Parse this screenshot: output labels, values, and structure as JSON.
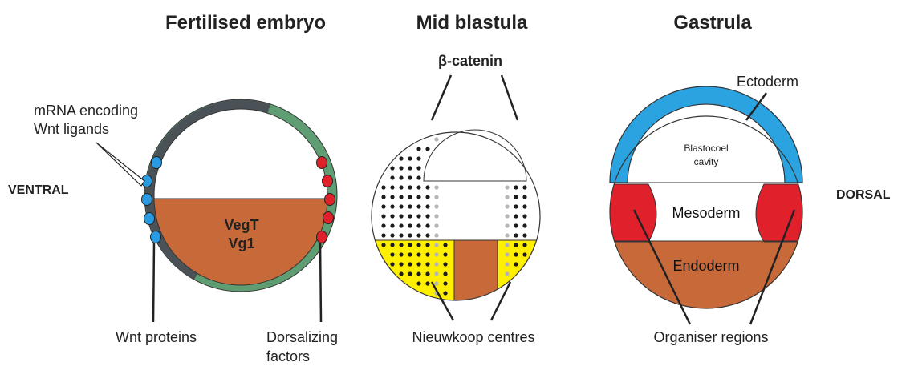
{
  "titles": {
    "fertilised": "Fertilised embryo",
    "blastula": "Mid blastula",
    "gastrula": "Gastrula"
  },
  "side_labels": {
    "ventral": "VENTRAL",
    "dorsal": "DORSAL"
  },
  "fertilised": {
    "mrna_line1": "mRNA encoding",
    "mrna_line2": "Wnt ligands",
    "vegt": "VegT",
    "vg1": "Vg1",
    "wnt_proteins": "Wnt proteins",
    "dorsalizing_line1": "Dorsalizing",
    "dorsalizing_line2": "factors"
  },
  "blastula": {
    "beta_catenin": "β-catenin",
    "nieuwkoop": "Nieuwkoop centres"
  },
  "gastrula": {
    "ectoderm": "Ectoderm",
    "blastocoel_line1": "Blastocoel",
    "blastocoel_line2": "cavity",
    "mesoderm": "Mesoderm",
    "endoderm": "Endoderm",
    "organiser": "Organiser regions"
  },
  "colors": {
    "ventral_cortex": "#4a5257",
    "dorsal_cortex": "#5e9e72",
    "vegetal": "#c8693a",
    "wnt_dot": "#2a9be0",
    "dorsal_dot": "#e0202a",
    "nieuwkoop": "#ffef00",
    "ectoderm": "#2aa3e0",
    "mesoderm_red": "#e0202a"
  }
}
